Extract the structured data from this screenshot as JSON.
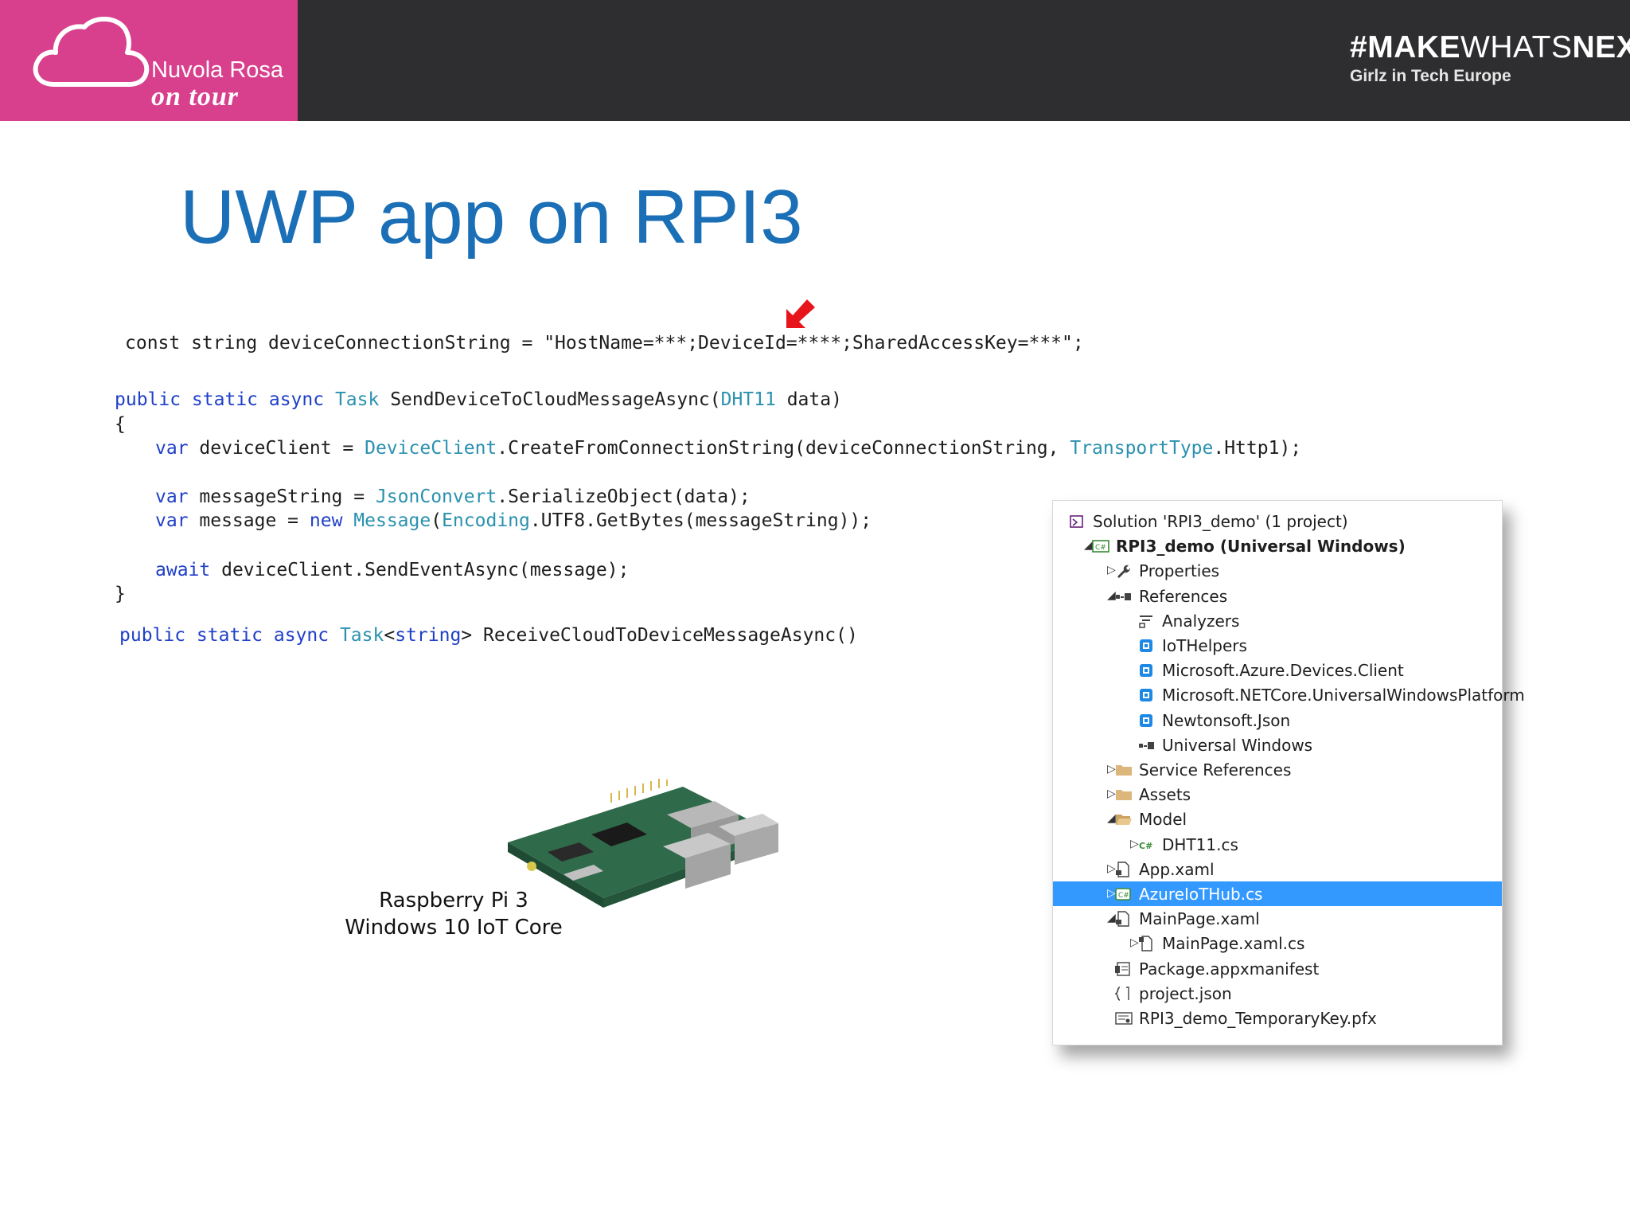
{
  "header": {
    "brand_name": "Nuvola Rosa",
    "brand_sub": "on tour",
    "tagline_a": "#MAKE",
    "tagline_b": "WHATS",
    "tagline_c": "NEXT",
    "subtagline": "Girlz in Tech Europe"
  },
  "slide": {
    "title": "UWP app on RPI3"
  },
  "code": {
    "line1": "const string deviceConnectionString = \"HostName=***;DeviceId=****;SharedAccessKey=***\";",
    "sig1_a": "public static async ",
    "sig1_b": "Task",
    "sig1_c": " SendDeviceToCloudMessageAsync(",
    "sig1_d": "DHT11",
    "sig1_e": " data)",
    "brace_open": "{",
    "l3_a": "var",
    "l3_b": " deviceClient = ",
    "l3_c": "DeviceClient",
    "l3_d": ".CreateFromConnectionString(deviceConnectionString, ",
    "l3_e": "TransportType",
    "l3_f": ".Http1);",
    "l4_a": "var",
    "l4_b": " messageString = ",
    "l4_c": "JsonConvert",
    "l4_d": ".SerializeObject(data);",
    "l5_a": "var",
    "l5_b": " message = ",
    "l5_c": "new",
    "l5_d": " ",
    "l5_e": "Message",
    "l5_f": "(",
    "l5_g": "Encoding",
    "l5_h": ".UTF8.GetBytes(messageString));",
    "l6_a": "await",
    "l6_b": " deviceClient.SendEventAsync(message);",
    "brace_close": "}",
    "sig2_a": "public static async ",
    "sig2_b": "Task",
    "sig2_c": "<",
    "sig2_d": "string",
    "sig2_e": ">",
    "sig2_f": " ReceiveCloudToDeviceMessageAsync()"
  },
  "rpi": {
    "caption_line1": "Raspberry Pi 3",
    "caption_line2": "Windows 10 IoT Core"
  },
  "explorer": {
    "items": [
      {
        "label": "Solution 'RPI3_demo' (1 project)",
        "icon": "solution-icon",
        "expander": "",
        "bold": false
      },
      {
        "label": "RPI3_demo (Universal Windows)",
        "icon": "csharp-project-icon",
        "expander": "◢",
        "bold": true
      },
      {
        "label": "Properties",
        "icon": "wrench-icon",
        "expander": "▷",
        "bold": false
      },
      {
        "label": "References",
        "icon": "references-icon",
        "expander": "◢",
        "bold": false
      },
      {
        "label": "Analyzers",
        "icon": "analyzers-icon",
        "expander": "",
        "bold": false
      },
      {
        "label": "IoTHelpers",
        "icon": "package-icon",
        "expander": "",
        "bold": false
      },
      {
        "label": "Microsoft.Azure.Devices.Client",
        "icon": "package-icon",
        "expander": "",
        "bold": false
      },
      {
        "label": "Microsoft.NETCore.UniversalWindowsPlatform",
        "icon": "package-icon",
        "expander": "",
        "bold": false
      },
      {
        "label": "Newtonsoft.Json",
        "icon": "package-icon",
        "expander": "",
        "bold": false
      },
      {
        "label": "Universal Windows",
        "icon": "references-icon",
        "expander": "",
        "bold": false
      },
      {
        "label": "Service References",
        "icon": "folder-icon",
        "expander": "▷",
        "bold": false
      },
      {
        "label": "Assets",
        "icon": "folder-icon",
        "expander": "▷",
        "bold": false
      },
      {
        "label": "Model",
        "icon": "folder-open-icon",
        "expander": "◢",
        "bold": false
      },
      {
        "label": "DHT11.cs",
        "icon": "csharp-file-icon",
        "expander": "▷",
        "bold": false
      },
      {
        "label": "App.xaml",
        "icon": "xaml-file-icon",
        "expander": "▷",
        "bold": false
      },
      {
        "label": "AzureIoTHub.cs",
        "icon": "csharp-class-icon",
        "expander": "▷",
        "bold": false,
        "selected": true
      },
      {
        "label": "MainPage.xaml",
        "icon": "xaml-file-icon",
        "expander": "◢",
        "bold": false
      },
      {
        "label": "MainPage.xaml.cs",
        "icon": "code-file-icon",
        "expander": "▷",
        "bold": false
      },
      {
        "label": "Package.appxmanifest",
        "icon": "manifest-icon",
        "expander": "",
        "bold": false
      },
      {
        "label": "project.json",
        "icon": "json-file-icon",
        "expander": "",
        "bold": false
      },
      {
        "label": "RPI3_demo_TemporaryKey.pfx",
        "icon": "certificate-icon",
        "expander": "",
        "bold": false
      }
    ]
  },
  "colors": {
    "brand_pink": "#d83f8c",
    "header_dark": "#2e2e30",
    "title_blue": "#1a6fb6",
    "keyword_blue": "#1f3fc8",
    "type_teal": "#2b91af",
    "selection_blue": "#3399ff",
    "arrow_red": "#e8141c"
  }
}
